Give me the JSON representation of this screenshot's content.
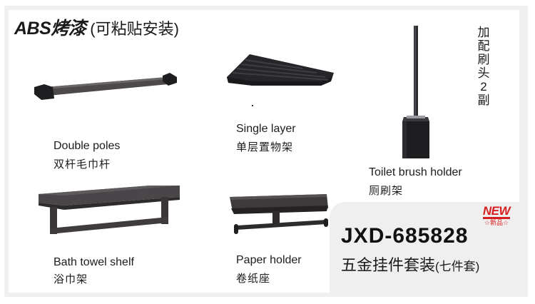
{
  "title": {
    "main": "ABS烤漆",
    "sub": "(可粘贴安装)"
  },
  "note_vertical": [
    "加",
    "配",
    "刷",
    "头",
    "2",
    "副"
  ],
  "products": [
    {
      "name_en": "Double poles",
      "name_zh": "双杆毛巾杆",
      "icon": "double-towel-bar-icon"
    },
    {
      "name_en": "Single layer",
      "name_zh": "单层置物架",
      "icon": "corner-shelf-icon"
    },
    {
      "name_en": "Toilet brush holder",
      "name_zh": "厕刷架",
      "icon": "toilet-brush-holder-icon"
    },
    {
      "name_en": "Bath towel shelf",
      "name_zh": "浴巾架",
      "icon": "bath-towel-shelf-icon"
    },
    {
      "name_en": "Paper holder",
      "name_zh": "卷纸座",
      "icon": "paper-holder-icon"
    }
  ],
  "badge": {
    "label": "NEW",
    "sub": "☆新品☆",
    "color": "#d81e1e"
  },
  "set": {
    "model": "JXD-685828",
    "name": "五金挂件套装",
    "count": "(七件套)"
  },
  "colors": {
    "product_dark": "#2a2a2e",
    "product_metal": "#4a4648",
    "panel_bg": "#efefef",
    "frame_bg": "#f0f0f0"
  }
}
